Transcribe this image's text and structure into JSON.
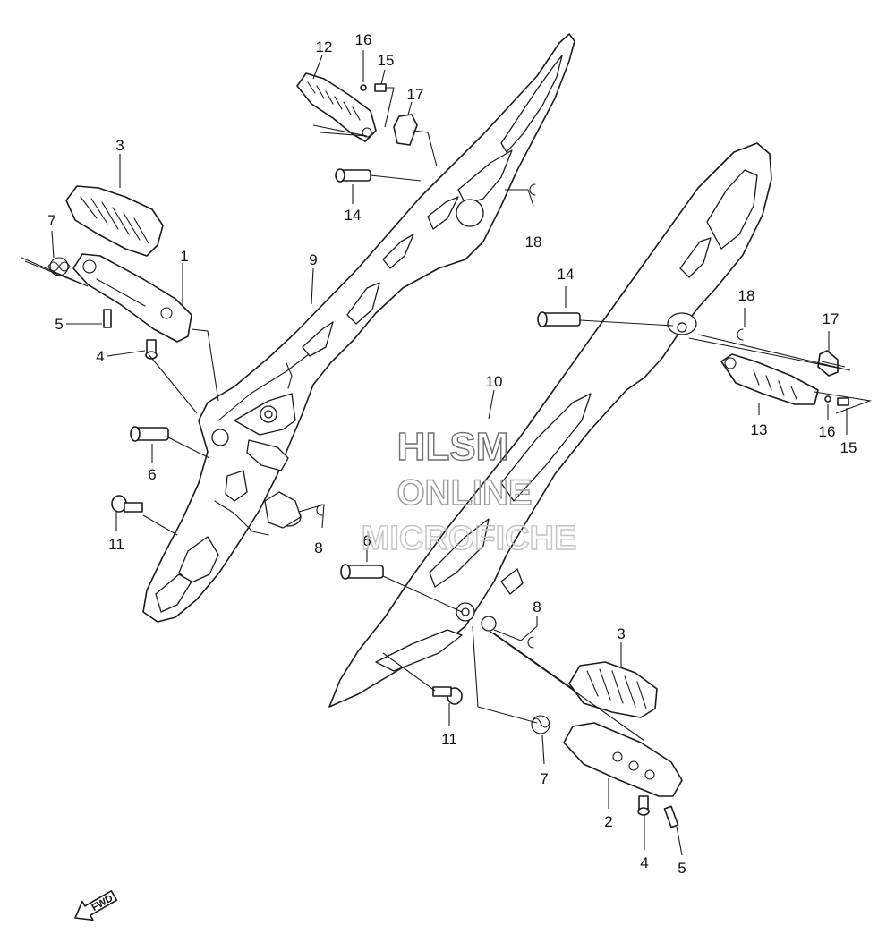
{
  "diagram": {
    "callouts": {
      "c12": "12",
      "c16a": "16",
      "c15a": "15",
      "c17a": "17",
      "c3a": "3",
      "c7a": "7",
      "c1": "1",
      "c5a": "5",
      "c4a": "4",
      "c9": "9",
      "c14a": "14",
      "c18a": "18",
      "c6a": "6",
      "c11a": "11",
      "c8a": "8",
      "c14b": "14",
      "c18b": "18",
      "c17b": "17",
      "c13": "13",
      "c16b": "16",
      "c15b": "15",
      "c10": "10",
      "c6b": "6",
      "c8b": "8",
      "c11b": "11",
      "c3b": "3",
      "c7b": "7",
      "c2": "2",
      "c4b": "4",
      "c5b": "5"
    },
    "watermark": {
      "line1": "HLSM",
      "line2": "ONLINE",
      "line3": "MICROFICHE"
    },
    "direction_arrow": {
      "label": "FWD",
      "icon": "fwd-arrow-icon"
    }
  },
  "colors": {
    "line": "#1a1a1a",
    "watermark": "#9a9a9a",
    "background": "#ffffff"
  }
}
